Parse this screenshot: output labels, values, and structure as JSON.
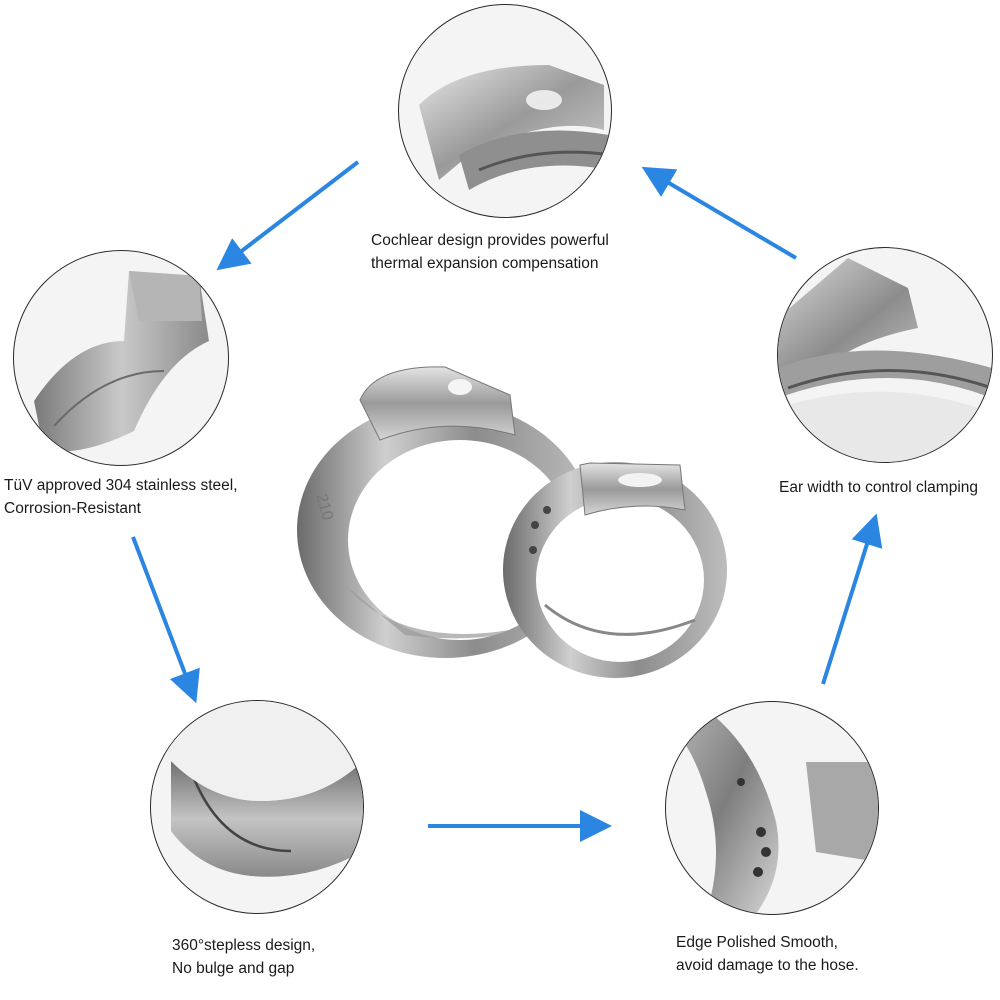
{
  "accent_color": "#2b86e2",
  "features": [
    {
      "id": "cochlear",
      "lines": [
        "Cochlear design provides powerful",
        "thermal expansion compensation"
      ]
    },
    {
      "id": "steel",
      "lines": [
        "TüV approved 304 stainless steel,",
        "Corrosion-Resistant"
      ]
    },
    {
      "id": "ear",
      "lines": [
        "Ear width to control clamping"
      ]
    },
    {
      "id": "stepless",
      "lines": [
        "360°stepless design,",
        "No bulge and gap"
      ]
    },
    {
      "id": "edge",
      "lines": [
        "Edge Polished Smooth,",
        "avoid damage to the hose."
      ]
    }
  ],
  "ring_marking": "210"
}
